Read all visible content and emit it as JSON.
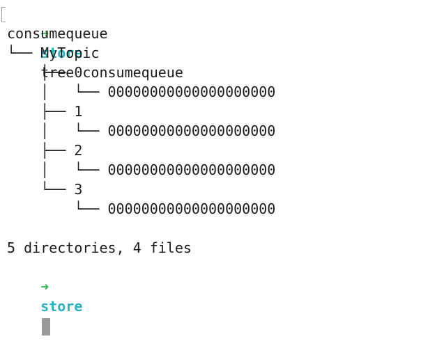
{
  "colors": {
    "prompt_arrow": "#2fb84d",
    "prompt_dir": "#2bb3c2",
    "cursor": "#9a9a9a",
    "text": "#1c1c1c",
    "background": "#ffffff"
  },
  "icons": {
    "prompt_arrow": "➜"
  },
  "prompt": {
    "arrow": "➜",
    "directory": "store",
    "command": "tree consumequeue"
  },
  "tree": {
    "root": "consumequeue",
    "lines": [
      "└── MyTopic",
      "    ├── 0",
      "    │   └── 00000000000000000000",
      "    ├── 1",
      "    │   └── 00000000000000000000",
      "    ├── 2",
      "    │   └── 00000000000000000000",
      "    └── 3",
      "        └── 00000000000000000000"
    ]
  },
  "summary": "5 directories, 4 files",
  "prompt_current": {
    "arrow": "➜",
    "directory": "store"
  }
}
